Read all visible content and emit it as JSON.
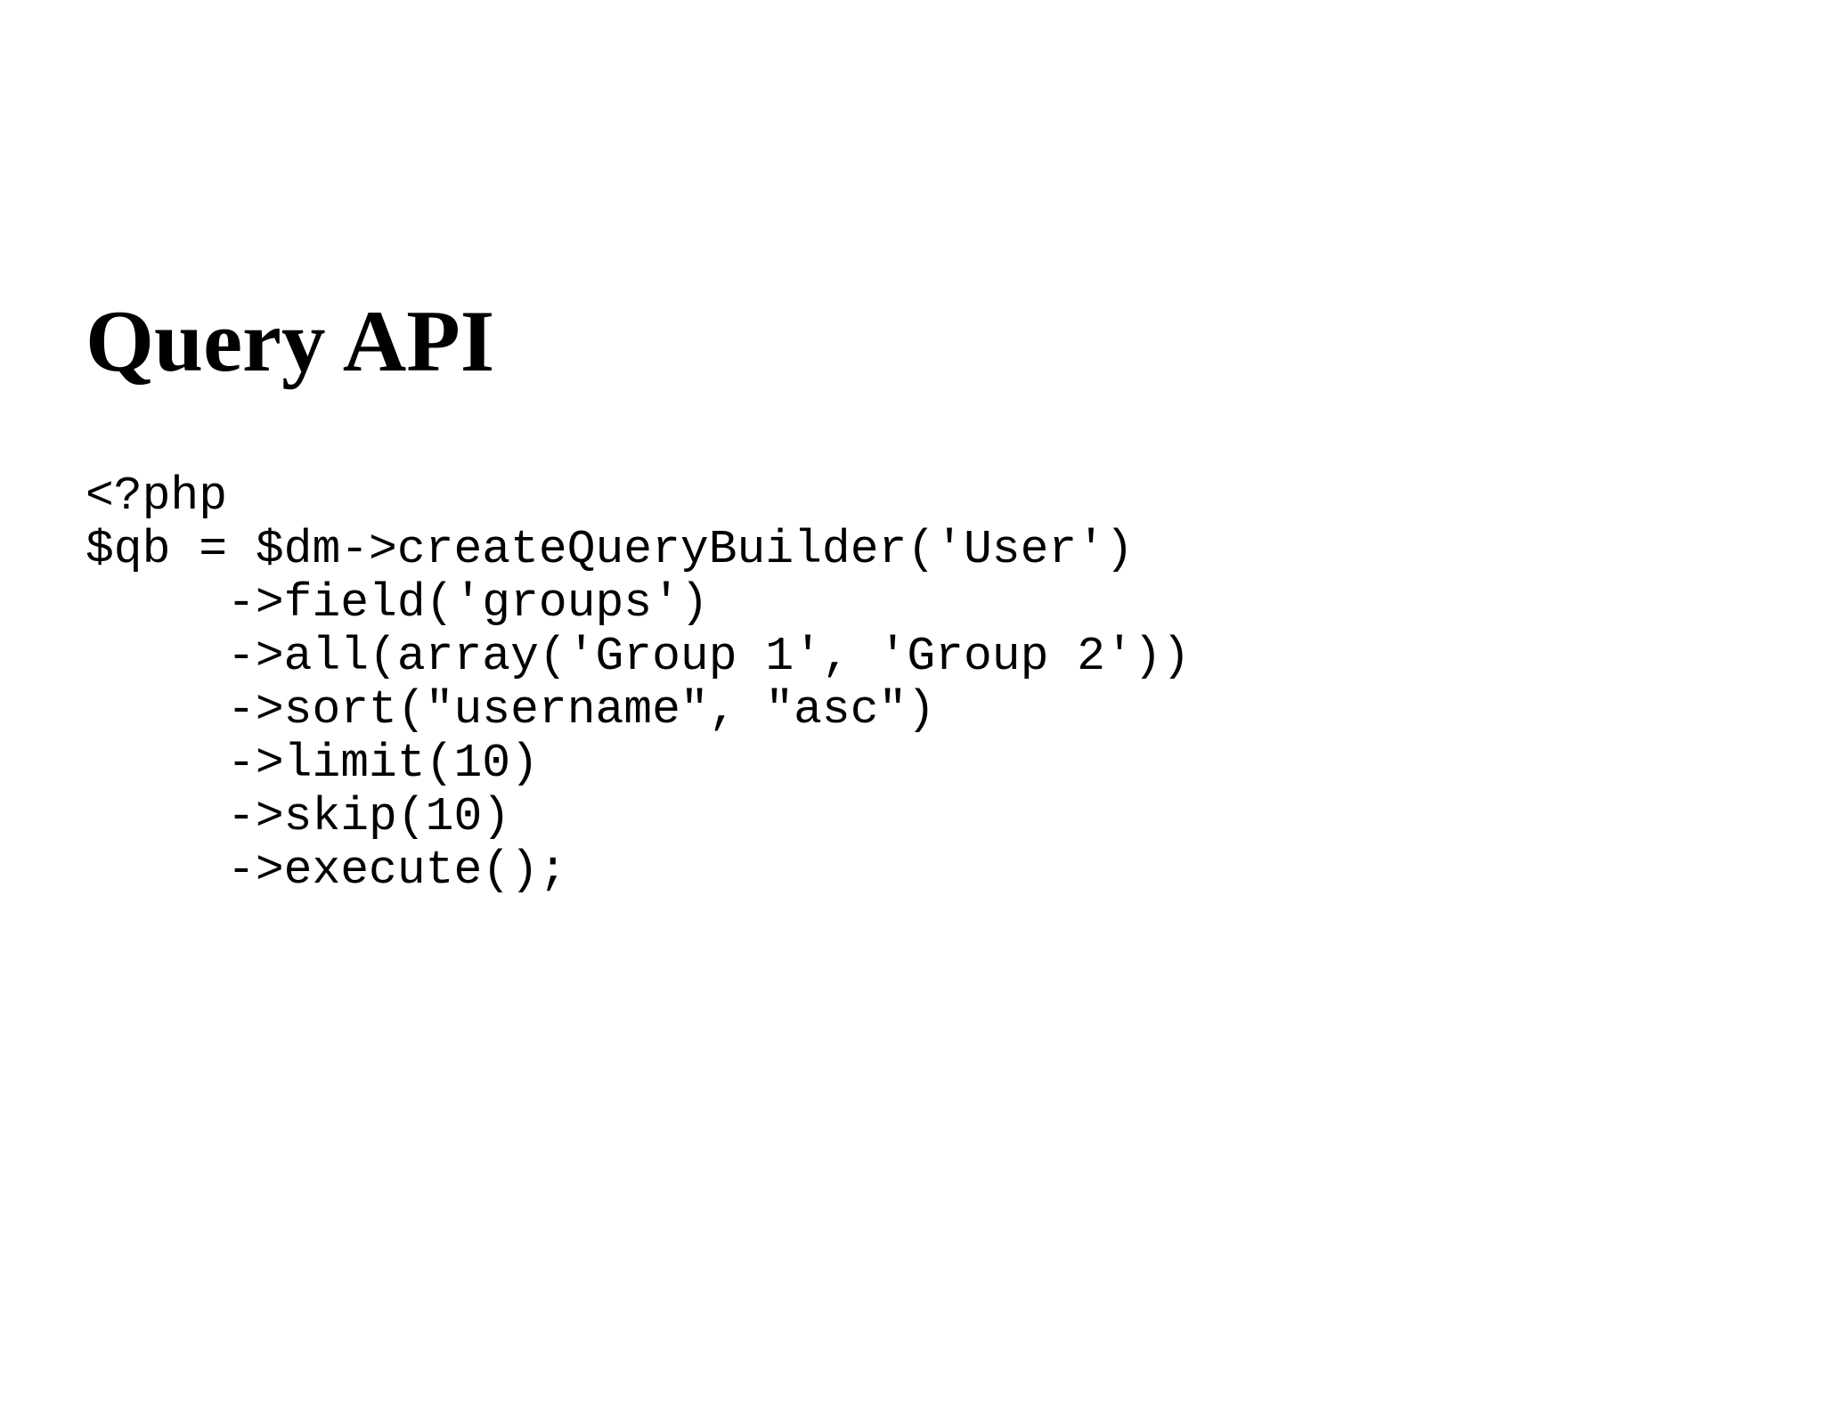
{
  "slide": {
    "title": "Query API",
    "code_lines": [
      "<?php",
      "$qb = $dm->createQueryBuilder('User')",
      "     ->field('groups')",
      "     ->all(array('Group 1', 'Group 2'))",
      "     ->sort(\"username\", \"asc\")",
      "     ->limit(10)",
      "     ->skip(10)",
      "     ->execute();"
    ]
  }
}
